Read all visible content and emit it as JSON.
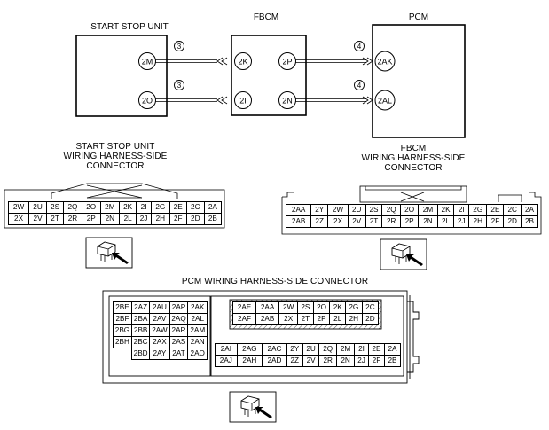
{
  "units": {
    "ssu": "START STOP UNIT",
    "fbcm": "FBCM",
    "pcm": "PCM"
  },
  "terminals": {
    "ssu_top": "2M",
    "ssu_bot": "2O",
    "fbcm_left_top": "2K",
    "fbcm_left_bot": "2I",
    "fbcm_right_top": "2P",
    "fbcm_right_bot": "2N",
    "pcm_top": "2AK",
    "pcm_bot": "2AL"
  },
  "wire_numbers": {
    "ssu_top": "3",
    "ssu_bot": "3",
    "pcm_top": "4",
    "pcm_bot": "4"
  },
  "connector_titles": {
    "ssu": [
      "START STOP UNIT",
      "WIRING HARNESS-SIDE",
      "CONNECTOR"
    ],
    "fbcm": [
      "FBCM",
      "WIRING HARNESS-SIDE",
      "CONNECTOR"
    ],
    "pcm": "PCM WIRING HARNESS-SIDE CONNECTOR"
  },
  "ssu_connector": {
    "rows": [
      [
        "2W",
        "2U",
        "2S",
        "2Q",
        "2O",
        "2M",
        "2K",
        "2I",
        "2G",
        "2E",
        "2C",
        "2A"
      ],
      [
        "2X",
        "2V",
        "2T",
        "2R",
        "2P",
        "2N",
        "2L",
        "2J",
        "2H",
        "2F",
        "2D",
        "2B"
      ]
    ]
  },
  "fbcm_connector": {
    "rows": [
      [
        "2AA",
        "2Y",
        "2W",
        "2U",
        "2S",
        "2Q",
        "2O",
        "2M",
        "2K",
        "2I",
        "2G",
        "2E",
        "2C",
        "2A"
      ],
      [
        "2AB",
        "2Z",
        "2X",
        "2V",
        "2T",
        "2R",
        "2P",
        "2N",
        "2L",
        "2J",
        "2H",
        "2F",
        "2D",
        "2B"
      ]
    ]
  },
  "pcm_connector": {
    "left_block": [
      [
        "2BE",
        "2AZ",
        "2AU",
        "2AP",
        "2AK"
      ],
      [
        "2BF",
        "2BA",
        "2AV",
        "2AQ",
        "2AL"
      ],
      [
        "2BG",
        "2BB",
        "2AW",
        "2AR",
        "2AM"
      ],
      [
        "2BH",
        "2BC",
        "2AX",
        "2AS",
        "2AN"
      ],
      [
        "",
        "2BD",
        "2AY",
        "2AT",
        "2AO"
      ]
    ],
    "upper_right": [
      [
        "2AE",
        "2AA",
        "2W",
        "2S",
        "2O",
        "2K",
        "2G",
        "2C"
      ],
      [
        "2AF",
        "2AB",
        "2X",
        "2T",
        "2P",
        "2L",
        "2H",
        "2D"
      ]
    ],
    "lower_right": [
      [
        "2AI",
        "2AG",
        "2AC",
        "2Y",
        "2U",
        "2Q",
        "2M",
        "2I",
        "2E",
        "2A"
      ],
      [
        "2AJ",
        "2AH",
        "2AD",
        "2Z",
        "2V",
        "2R",
        "2N",
        "2J",
        "2F",
        "2B"
      ]
    ]
  }
}
